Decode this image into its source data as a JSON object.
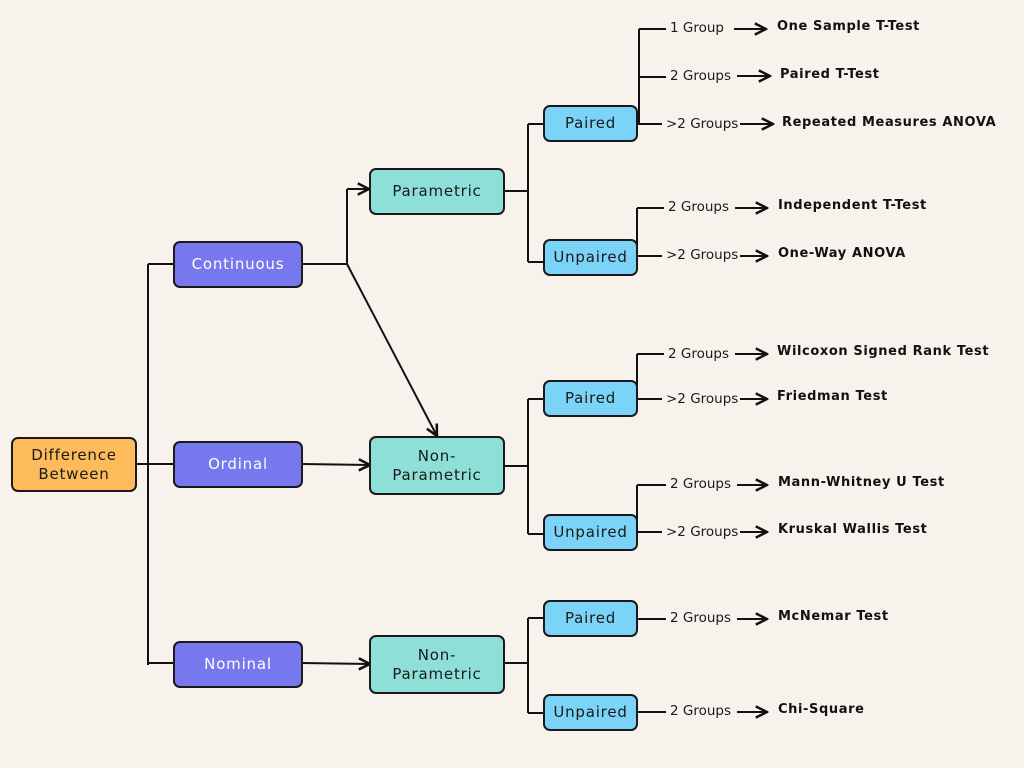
{
  "nodes": {
    "root": "Difference\nBetween",
    "continuous": "Continuous",
    "ordinal": "Ordinal",
    "nominal": "Nominal",
    "parametric": "Parametric",
    "np_ordinal": "Non-\nParametric",
    "np_nominal": "Non-\nParametric",
    "par_paired": "Paired",
    "par_unpaired": "Unpaired",
    "np_paired": "Paired",
    "np_unpaired": "Unpaired",
    "nom_paired": "Paired",
    "nom_unpaired": "Unpaired"
  },
  "groups": {
    "g1": "1 Group",
    "g2": "2 Groups",
    "g3": ">2 Groups",
    "g4": "2 Groups",
    "g5": ">2 Groups",
    "g6": "2 Groups",
    "g7": ">2 Groups",
    "g8": "2 Groups",
    "g9": ">2 Groups",
    "g10": "2 Groups",
    "g11": "2 Groups"
  },
  "tests": {
    "t1": "One Sample T-Test",
    "t2": "Paired T-Test",
    "t3": "Repeated Measures ANOVA",
    "t4": "Independent T-Test",
    "t5": "One-Way ANOVA",
    "t6": "Wilcoxon Signed Rank Test",
    "t7": "Friedman Test",
    "t8": "Mann-Whitney U Test",
    "t9": "Kruskal Wallis Test",
    "t10": "McNemar Test",
    "t11": "Chi-Square"
  },
  "colors": {
    "root": "#fdbb5b",
    "variable_type": "#7777ee",
    "method": "#8ddfd8",
    "pairing": "#7bd3f7",
    "background": "#f7f3ec"
  }
}
